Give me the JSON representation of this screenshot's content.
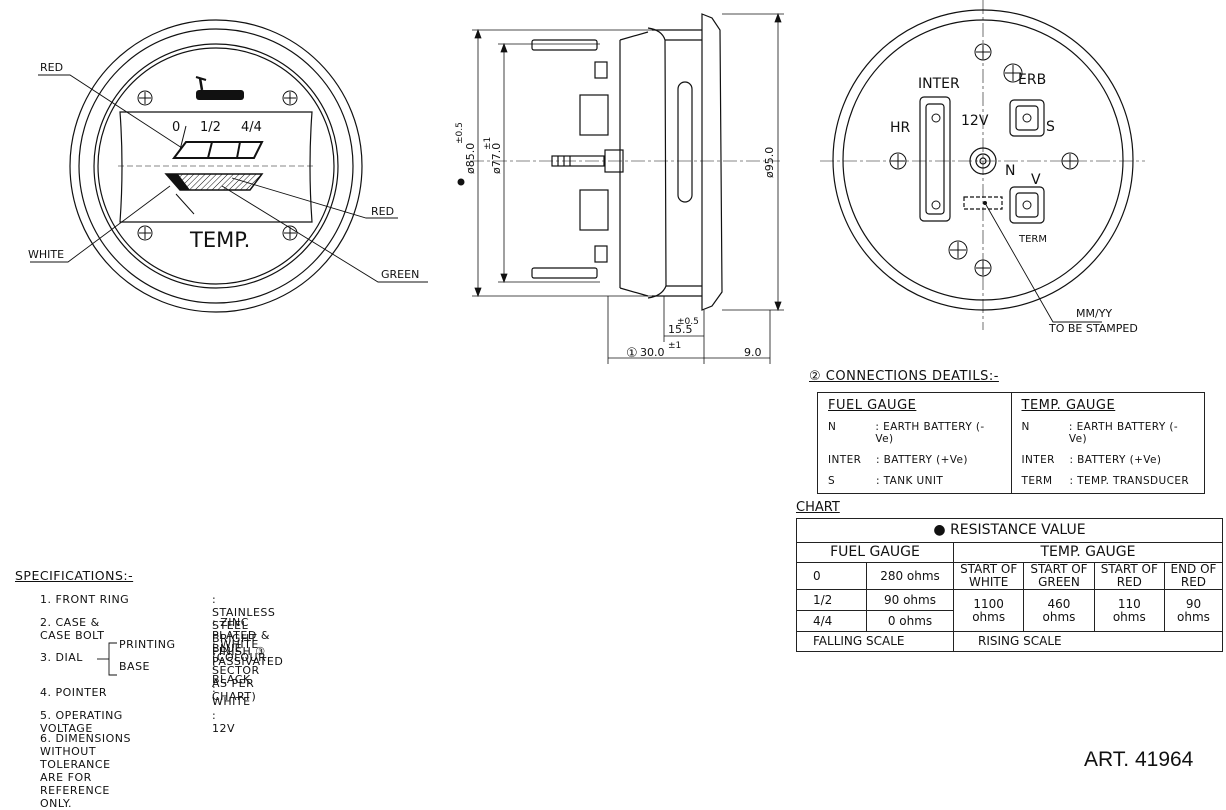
{
  "front_view": {
    "labels": {
      "red_top": "RED",
      "red_right": "RED",
      "white": "WHITE",
      "green": "GREEN",
      "scale_0": "0",
      "scale_half": "1/2",
      "scale_full": "4/4",
      "dial_text": "TEMP."
    }
  },
  "side_view": {
    "dims": {
      "d85_tol": "±0.5",
      "d85": "ø85.0",
      "d77_tol": "±1",
      "d77": "ø77.0",
      "d95": "ø95.0",
      "l15_tol": "±0.5",
      "l15": "15.5",
      "l30_prefix": "①",
      "l30": "30.0",
      "l30_tol": "±1",
      "l9": "9.0"
    }
  },
  "rear_view": {
    "labels": {
      "inter": "INTER",
      "erb": "ERB",
      "hr": "HR",
      "v12": "12V",
      "s": "S",
      "n": "N",
      "v": "V",
      "term": "TERM",
      "mmyy": "MM/YY",
      "stamped": "TO BE STAMPED"
    }
  },
  "connections": {
    "title": "② CONNECTIONS DEATILS:-",
    "fuel": {
      "head": "FUEL GAUGE",
      "rows": [
        {
          "k": "N",
          "v": ": EARTH BATTERY (-Ve)"
        },
        {
          "k": "INTER",
          "v": ": BATTERY (+Ve)"
        },
        {
          "k": "S",
          "v": ": TANK UNIT"
        }
      ]
    },
    "temp": {
      "head": "TEMP. GAUGE",
      "rows": [
        {
          "k": "N",
          "v": ": EARTH BATTERY (-Ve)"
        },
        {
          "k": "INTER",
          "v": ": BATTERY (+Ve)"
        },
        {
          "k": "TERM",
          "v": ": TEMP. TRANSDUCER"
        }
      ]
    }
  },
  "chart": {
    "title": "CHART",
    "resistance": "● RESISTANCE VALUE",
    "fuel_head": "FUEL GAUGE",
    "temp_head": "TEMP. GAUGE",
    "fuel_rows": [
      {
        "pos": "0",
        "ohms": "280 ohms"
      },
      {
        "pos": "1/2",
        "ohms": "90 ohms"
      },
      {
        "pos": "4/4",
        "ohms": "0 ohms"
      }
    ],
    "temp_cols": [
      {
        "h1": "START OF",
        "h2": "WHITE",
        "v1": "1100",
        "v2": "ohms"
      },
      {
        "h1": "START OF",
        "h2": "GREEN",
        "v1": "460",
        "v2": "ohms"
      },
      {
        "h1": "START OF",
        "h2": "RED",
        "v1": "110",
        "v2": "ohms"
      },
      {
        "h1": "END OF",
        "h2": "RED",
        "v1": "90",
        "v2": "ohms"
      }
    ],
    "fuel_scale": "FALLING SCALE",
    "temp_scale": "RISING SCALE"
  },
  "specifications": {
    "title": "SPECIFICATIONS:-",
    "items": [
      {
        "n": "1. FRONT RING",
        "v": ": STAINLESS STEEL BRIGHT FINISH ③"
      },
      {
        "n": "2. CASE & CASE BOLT",
        "v": ": ZINC PLATED & BLUE PASSIVATED"
      },
      {
        "n": "4. POINTER",
        "v": ": WHITE"
      },
      {
        "n": "5. OPERATING VOLTAGE",
        "v": ": 12V"
      },
      {
        "n": "6. DIMENSIONS WITHOUT TOLERANCE ARE FOR REFERENCE ONLY.",
        "v": ""
      }
    ],
    "dial": {
      "n": "3. DIAL",
      "printing": "PRINTING",
      "printing_v": ": WHITE (COLOUR SECTOR AS PER CHART)",
      "base": "BASE",
      "base_v": ": BLACK"
    }
  },
  "art_no": "ART. 41964"
}
